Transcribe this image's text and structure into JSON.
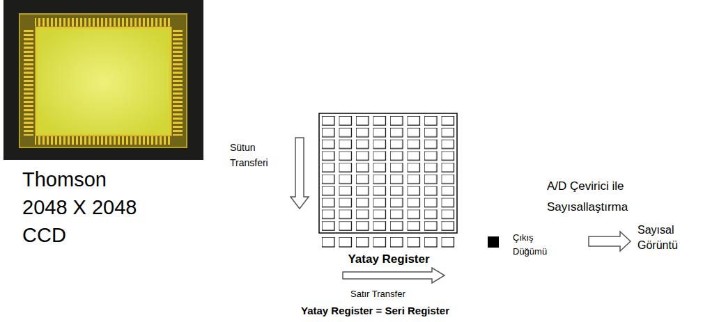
{
  "diagram": {
    "nodes": [
      {
        "text": [
          "Yatay Register"
        ]
      },
      {
        "text": [
          "Çıkış Düğümü"
        ]
      }
    ],
    "labels": [
      "Thomson 2048 X 2048 CCD",
      "Sütun Transferi",
      "A/D Çevirici ile Sayısallaştırma",
      "Sayısal Görüntü",
      "Satır Transfer",
      "Yatay Register = Seri Register"
    ]
  }
}
